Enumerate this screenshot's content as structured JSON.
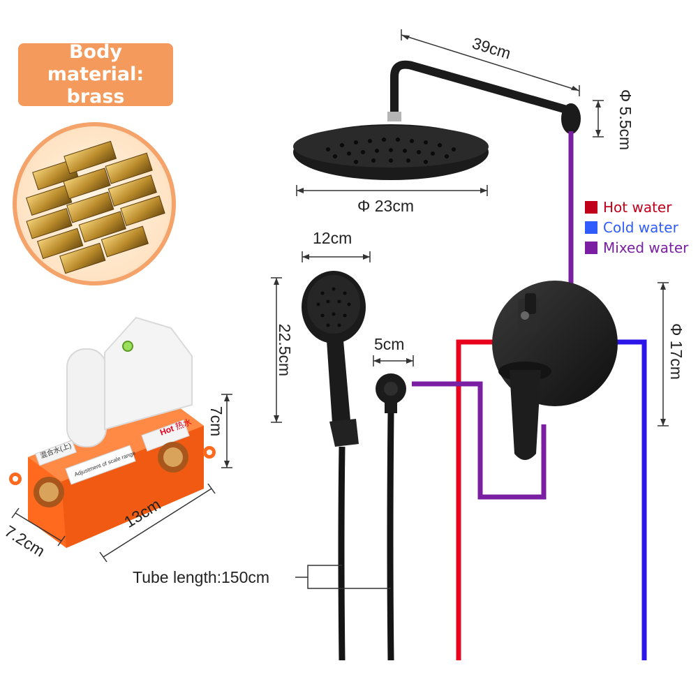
{
  "badge": {
    "line1": "Body material:",
    "line2": "brass"
  },
  "dimensions": {
    "arm_length": "39cm",
    "arm_diameter": "Φ 5.5cm",
    "showerhead_diameter": "Φ 23cm",
    "handshower_width": "12cm",
    "handshower_height": "22.5cm",
    "outlet_offset": "5cm",
    "plate_diameter": "Φ 17cm",
    "box_height": "7cm",
    "box_width": "13cm",
    "box_depth": "7.2cm",
    "tube_length": "Tube length:150cm"
  },
  "valve_labels": {
    "hot": "Hot",
    "hot_cn": "热水",
    "mixed_cn": "混合水(上)",
    "adjust": "Adjustment of scale range"
  },
  "legend": [
    {
      "label": "Hot water",
      "color": "#c0001a"
    },
    {
      "label": "Cold water",
      "color": "#2f5bff"
    },
    {
      "label": "Mixed water",
      "color": "#7a1fa2"
    }
  ],
  "colors": {
    "hot_pipe": "#e8001c",
    "cold_pipe": "#2b15e8",
    "mixed_pipe": "#7a1fa2",
    "fixture": "#1b1b1b",
    "valve_box": "#ff6a1f",
    "brass": "#c99a2e"
  }
}
